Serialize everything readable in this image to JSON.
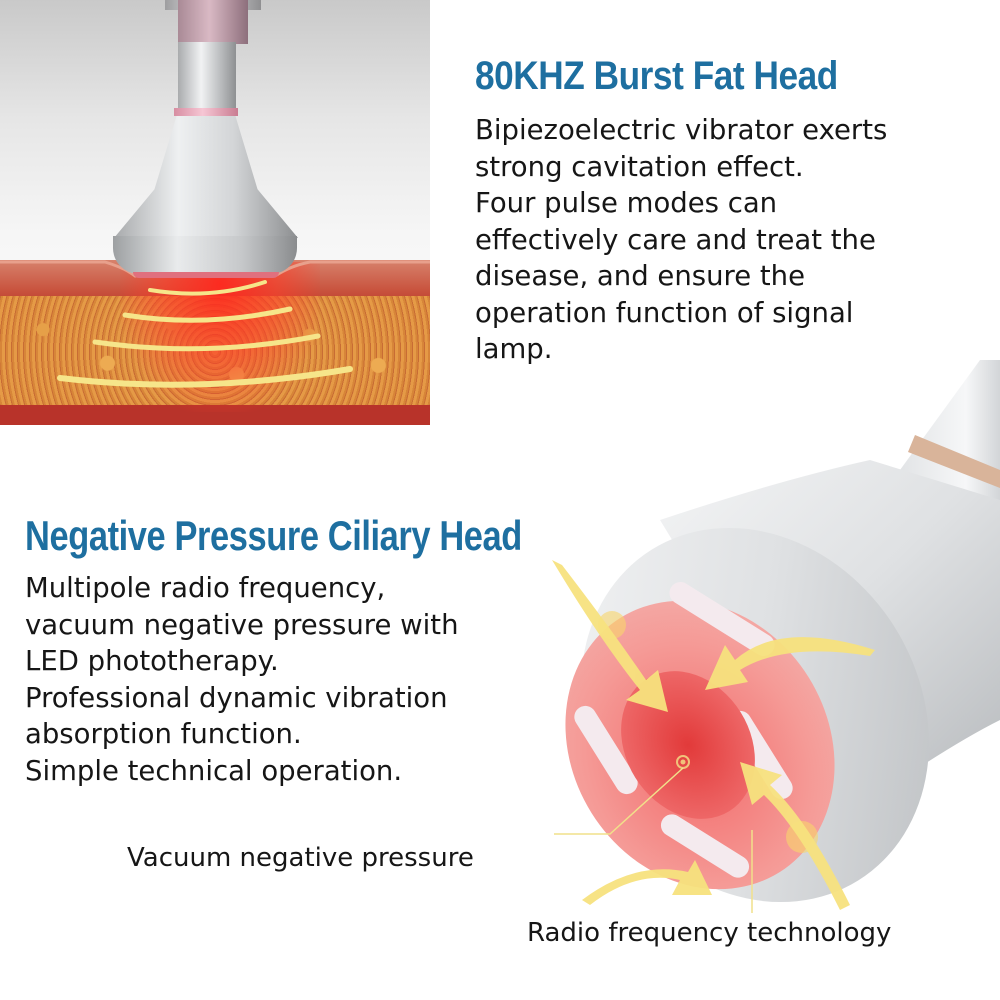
{
  "sections": [
    {
      "id": "burst-fat-head",
      "heading": "80KHZ Burst Fat Head",
      "description_lines": [
        "Bipiezoelectric vibrator exerts",
        "strong cavitation effect.",
        "Four pulse modes can",
        "effectively care and treat the",
        "disease, and ensure the",
        "operation function of signal",
        "lamp."
      ],
      "image": "ultrasonic-cavitation-head-on-skin-illustration"
    },
    {
      "id": "negative-pressure-ciliary-head",
      "heading": "Negative Pressure Ciliary Head",
      "description_lines": [
        "Multipole radio frequency,",
        "vacuum negative pressure with",
        "LED phototherapy.",
        "Professional dynamic vibration",
        "absorption function.",
        "Simple technical operation."
      ],
      "image": "vacuum-rf-head-device",
      "callouts": [
        {
          "label": "Vacuum negative pressure"
        },
        {
          "label": "Radio frequency technology"
        }
      ]
    }
  ],
  "colors": {
    "heading": "#1e6fa0",
    "body_text": "#161616",
    "callout_line": "#f1e08a",
    "arrow_yellow": "#f7e27e",
    "led_red": "#ef5a5a",
    "device_silver": "#e4e6e8",
    "accent_ring": "#d9b49a"
  }
}
